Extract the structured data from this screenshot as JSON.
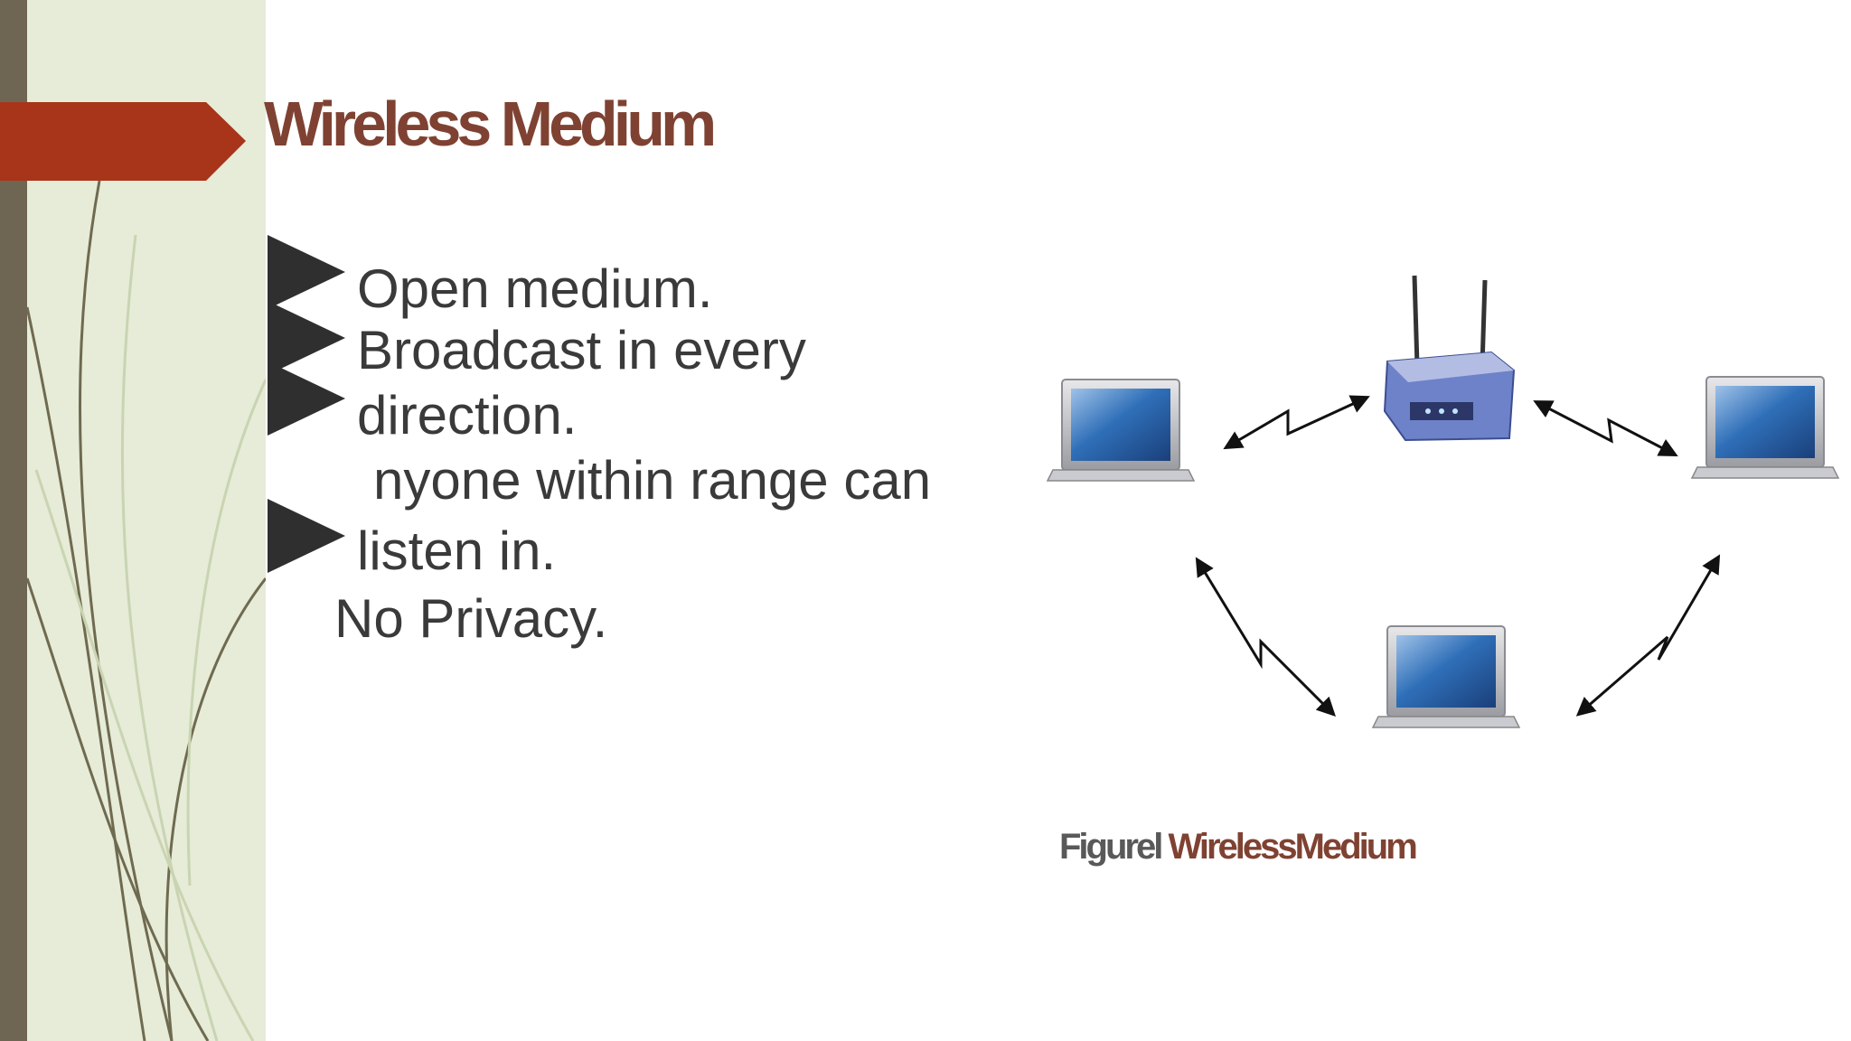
{
  "slide": {
    "title": "Wireless Medium",
    "body_lines": [
      "Open medium.",
      "Broadcast in every",
      "direction.",
      "nyone within range can",
      "listen in.",
      "No Privacy."
    ],
    "figure": {
      "caption_label": "Figurel",
      "caption_title": "WirelessMedium",
      "devices": [
        "laptop-icon",
        "router-icon",
        "laptop-icon",
        "laptop-icon"
      ]
    }
  },
  "colors": {
    "title": "#7f4232",
    "accent_arrow": "#a8341a",
    "side_panel": "#e6ecd7",
    "side_bar": "#6e6652",
    "body_text": "#3a3a3a",
    "bullet": "#2f2f2f"
  }
}
